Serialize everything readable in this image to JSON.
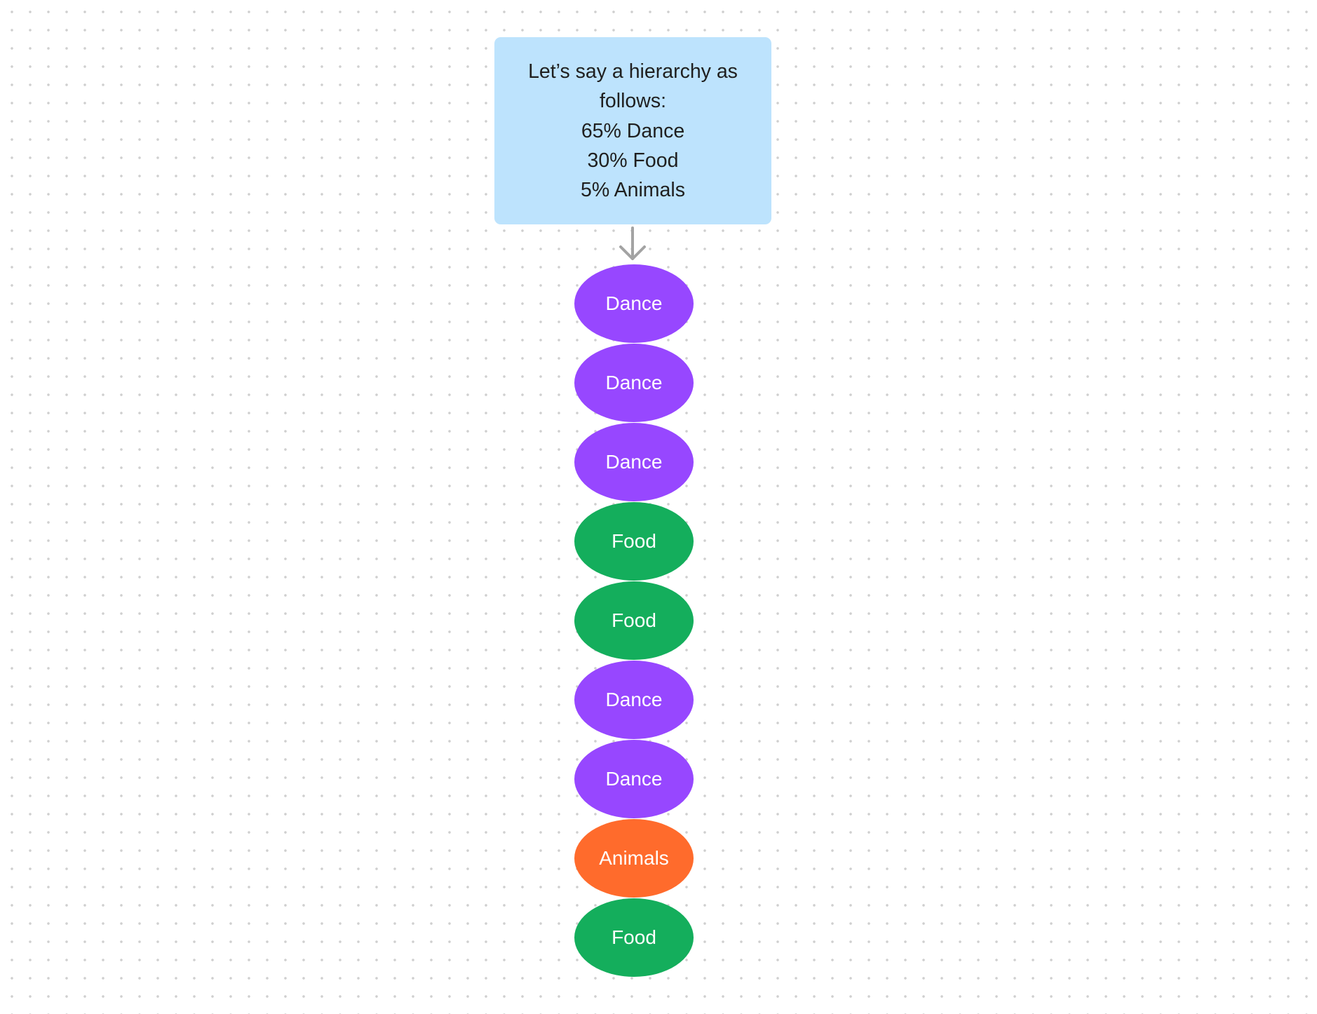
{
  "note": {
    "lines": [
      "Let’s say a hierarchy as",
      "follows:",
      "65% Dance",
      "30% Food",
      "5% Animals"
    ]
  },
  "colors": {
    "note_background": "#bde3fd",
    "dance": "#9747ff",
    "food": "#14ae5c",
    "animals": "#ff6b2c",
    "arrow": "#a3a3a3"
  },
  "nodes": [
    {
      "label": "Dance",
      "category": "dance"
    },
    {
      "label": "Dance",
      "category": "dance"
    },
    {
      "label": "Dance",
      "category": "dance"
    },
    {
      "label": "Food",
      "category": "food"
    },
    {
      "label": "Food",
      "category": "food"
    },
    {
      "label": "Dance",
      "category": "dance"
    },
    {
      "label": "Dance",
      "category": "dance"
    },
    {
      "label": "Animals",
      "category": "animals"
    },
    {
      "label": "Food",
      "category": "food"
    }
  ]
}
